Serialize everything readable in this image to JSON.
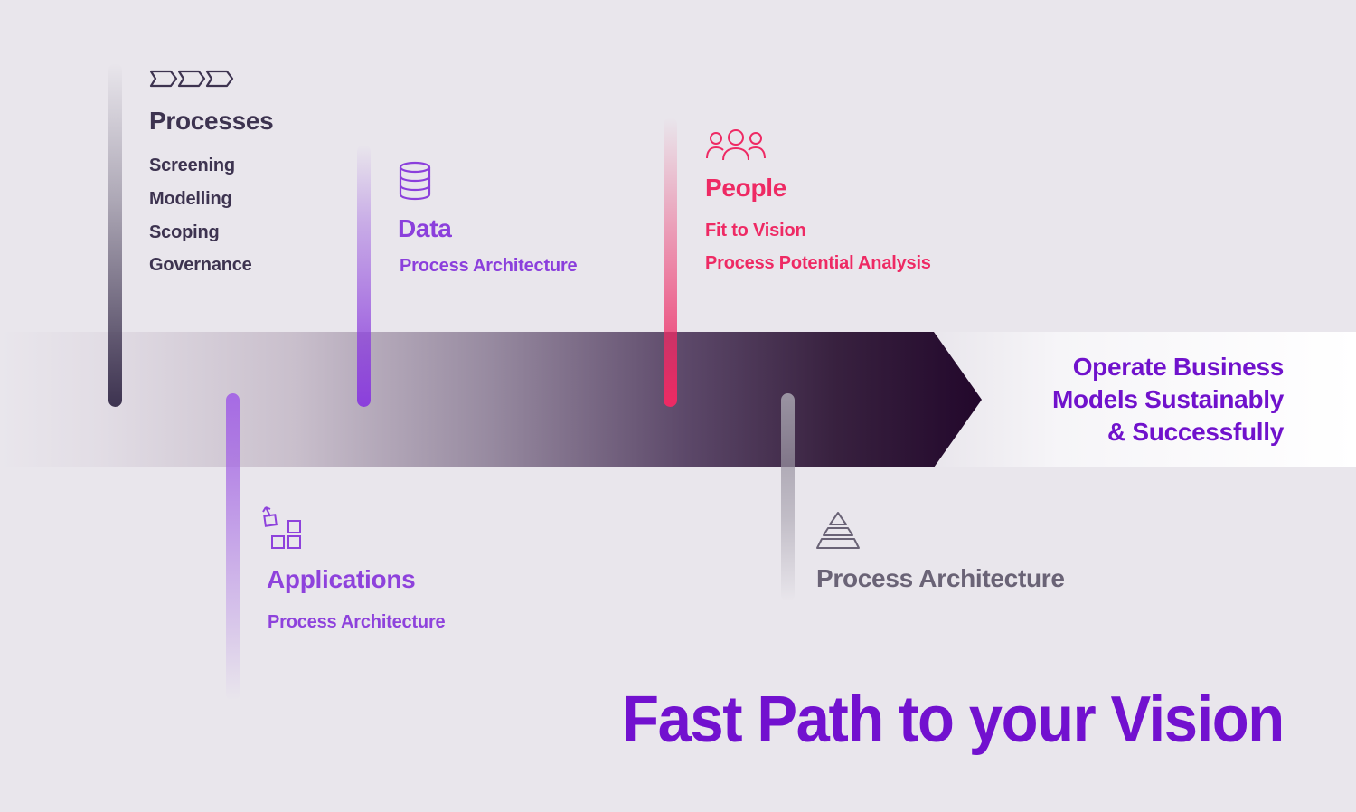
{
  "diagram": {
    "headline": "Fast Path to your Vision",
    "outcome": {
      "lines": [
        "Operate Business",
        "Models Sustainably",
        "& Successfully"
      ]
    },
    "pillars": [
      {
        "id": "processes",
        "icon": "chevrons-icon",
        "title": "Processes",
        "items": [
          "Screening",
          "Modelling",
          "Scoping",
          "Governance"
        ],
        "color": "#3d3350",
        "position": "top"
      },
      {
        "id": "data",
        "icon": "database-icon",
        "title": "Data",
        "items": [
          "Process Architecture"
        ],
        "color": "#8b3fdc",
        "position": "top"
      },
      {
        "id": "people",
        "icon": "people-icon",
        "title": "People",
        "items": [
          "Fit to Vision",
          "Process Potential Analysis"
        ],
        "color": "#ee2a64",
        "position": "top"
      },
      {
        "id": "applications",
        "icon": "applications-icon",
        "title": "Applications",
        "items": [
          "Process Architecture"
        ],
        "color": "#8e42dc",
        "position": "bottom"
      },
      {
        "id": "architecture",
        "icon": "pyramid-icon",
        "title": "Process Architecture",
        "items": [],
        "color": "#6a6376",
        "position": "bottom"
      }
    ],
    "colors": {
      "background": "#e9e6ec",
      "arrow_dark": "#240a2e",
      "accent_purple": "#7211cf"
    }
  }
}
